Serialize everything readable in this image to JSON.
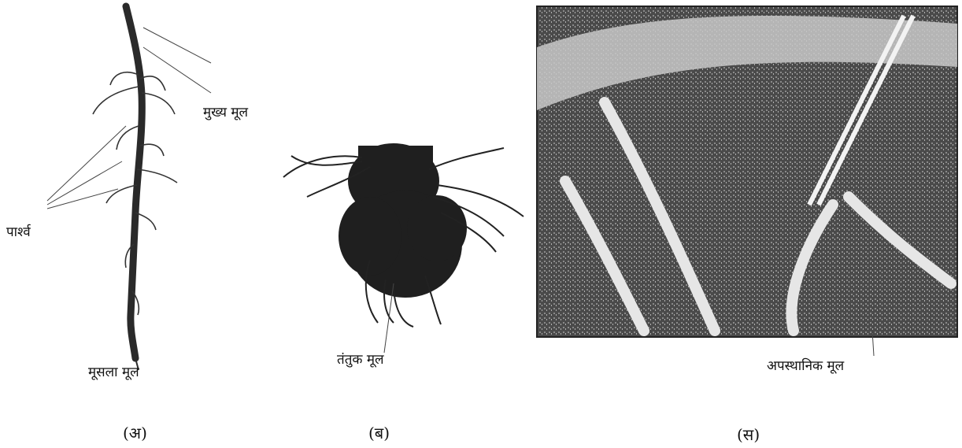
{
  "figure": {
    "panel_a": {
      "labels": {
        "main_root": "मुख्य मूल",
        "lateral": "पार्श्व",
        "tap_root": "मूसला मूल"
      },
      "caption": "(अ)"
    },
    "panel_b": {
      "labels": {
        "fibrous_root": "तंतुक मूल"
      },
      "caption": "(ब)"
    },
    "panel_c": {
      "labels": {
        "adventitious_root": "अपस्थानिक मूल"
      },
      "caption": "(स)"
    }
  }
}
